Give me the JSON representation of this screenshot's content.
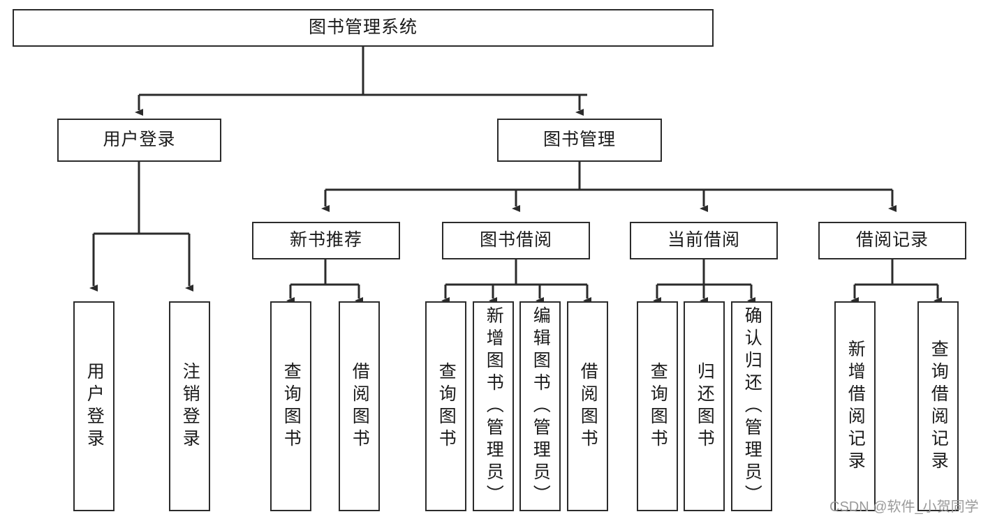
{
  "diagram": {
    "title": "图书管理系统",
    "type": "tree-hierarchy-diagram",
    "colors": {
      "stroke": "#2b2b2b",
      "fill": "#ffffff",
      "text": "#1a1a1a",
      "watermark": "#9a9a9a"
    },
    "root": {
      "label": "图书管理系统"
    },
    "level2": [
      {
        "label": "用户登录"
      },
      {
        "label": "图书管理"
      }
    ],
    "level3": [
      {
        "label": "新书推荐"
      },
      {
        "label": "图书借阅"
      },
      {
        "label": "当前借阅"
      },
      {
        "label": "借阅记录"
      }
    ],
    "leaves": {
      "user_login": [
        {
          "label": "用户登录"
        },
        {
          "label": "注销登录"
        }
      ],
      "new_book_recommend": [
        {
          "label": "查询图书"
        },
        {
          "label": "借阅图书"
        }
      ],
      "book_borrow": [
        {
          "label": "查询图书"
        },
        {
          "label": "新增图书（管理员）"
        },
        {
          "label": "编辑图书（管理员）"
        },
        {
          "label": "借阅图书"
        }
      ],
      "current_borrow": [
        {
          "label": "查询图书"
        },
        {
          "label": "归还图书"
        },
        {
          "label": "确认归还（管理员）"
        }
      ],
      "borrow_record": [
        {
          "label": "新增借阅记录"
        },
        {
          "label": "查询借阅记录"
        }
      ]
    },
    "watermark": "CSDN @软件_小贺同学"
  }
}
